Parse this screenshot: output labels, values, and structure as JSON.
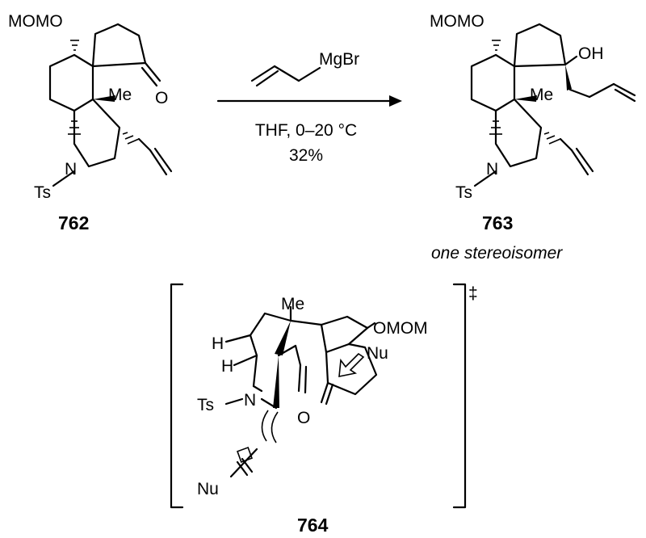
{
  "reaction": {
    "reagent": "MgBr",
    "conditions": "THF, 0–20 °C",
    "yield": "32%"
  },
  "sm": {
    "id": "762",
    "mom": "MOMO",
    "methyl": "Me",
    "carbonyl_o": "O",
    "n": "N",
    "ts": "Ts"
  },
  "product": {
    "id": "763",
    "note": "one stereoisomer",
    "mom": "MOMO",
    "oh": "OH",
    "methyl": "Me",
    "n": "N",
    "ts": "Ts"
  },
  "ts_model": {
    "id": "764",
    "dagger": "‡",
    "methyl": "Me",
    "mom": "OMOM",
    "nu_top": "Nu",
    "nu_bottom": "Nu",
    "h1": "H",
    "h2": "H",
    "ts": "Ts",
    "n": "N",
    "o": "O"
  }
}
